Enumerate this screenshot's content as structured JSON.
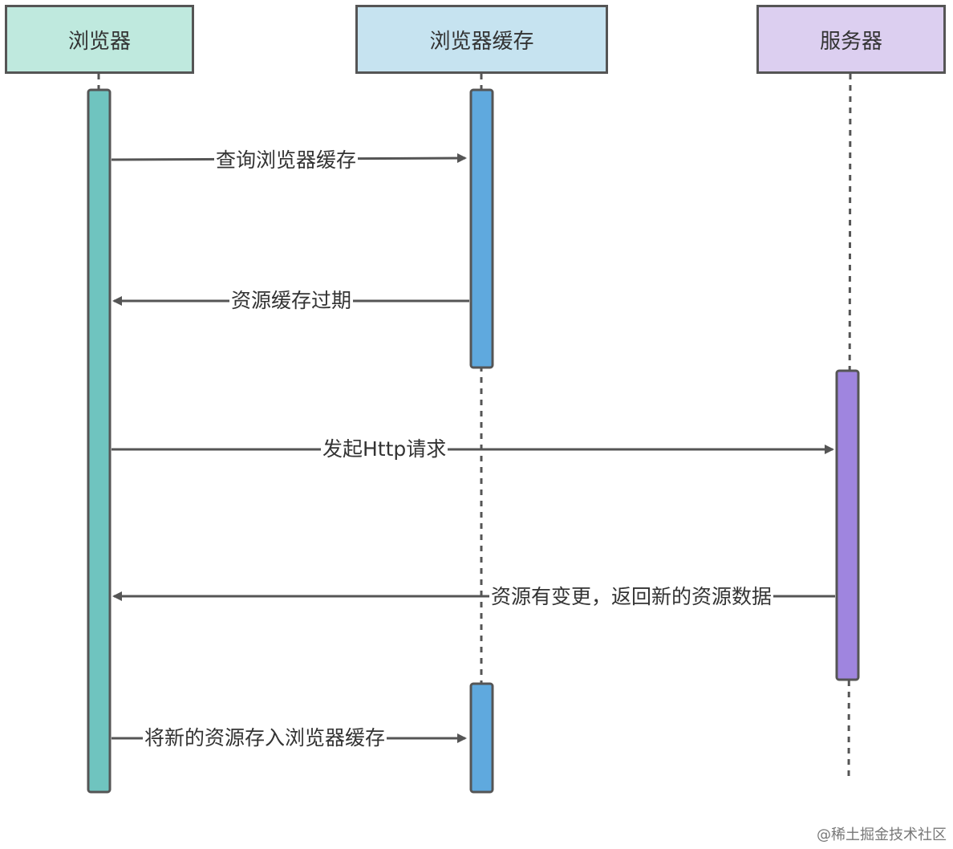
{
  "participants": [
    {
      "id": "browser",
      "label": "浏览器",
      "color": "#bfe9de"
    },
    {
      "id": "cache",
      "label": "浏览器缓存",
      "color": "#c6e3f0"
    },
    {
      "id": "server",
      "label": "服务器",
      "color": "#dccff0"
    }
  ],
  "activation_colors": {
    "browser": "#6fc4bf",
    "cache": "#5fa9de",
    "server": "#9f85df"
  },
  "messages": [
    {
      "label": "查询浏览器缓存"
    },
    {
      "label": "资源缓存过期"
    },
    {
      "label": "发起Http请求"
    },
    {
      "label": "资源有变更，返回新的资源数据"
    },
    {
      "label": "将新的资源存入浏览器缓存"
    }
  ],
  "watermark": "@稀土掘金技术社区"
}
